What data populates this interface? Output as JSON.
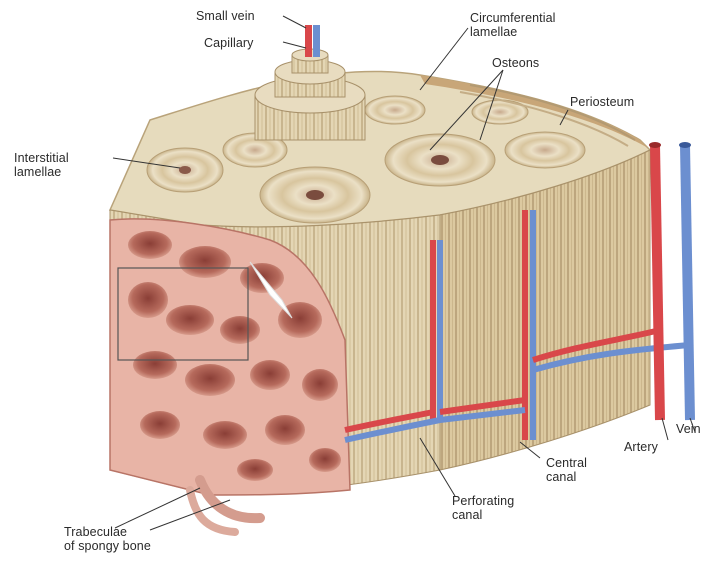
{
  "labels": {
    "small_vein": "Small vein",
    "capillary": "Capillary",
    "circumferential_lamellae": "Circumferential\nlamellae",
    "osteons": "Osteons",
    "periosteum": "Periosteum",
    "interstitial_lamellae": "Interstitial\nlamellae",
    "artery": "Artery",
    "vein": "Vein",
    "central_canal": "Central\ncanal",
    "perforating_canal": "Perforating\ncanal",
    "trabeculae": "Trabeculae\nof spongy bone"
  },
  "colors": {
    "bone": "#e4d6b4",
    "bone_shadow": "#c9b48a",
    "spongy": "#e8b4a6",
    "spongy_dark": "#b87466",
    "artery": "#d9474a",
    "vein": "#6c8fd0"
  }
}
